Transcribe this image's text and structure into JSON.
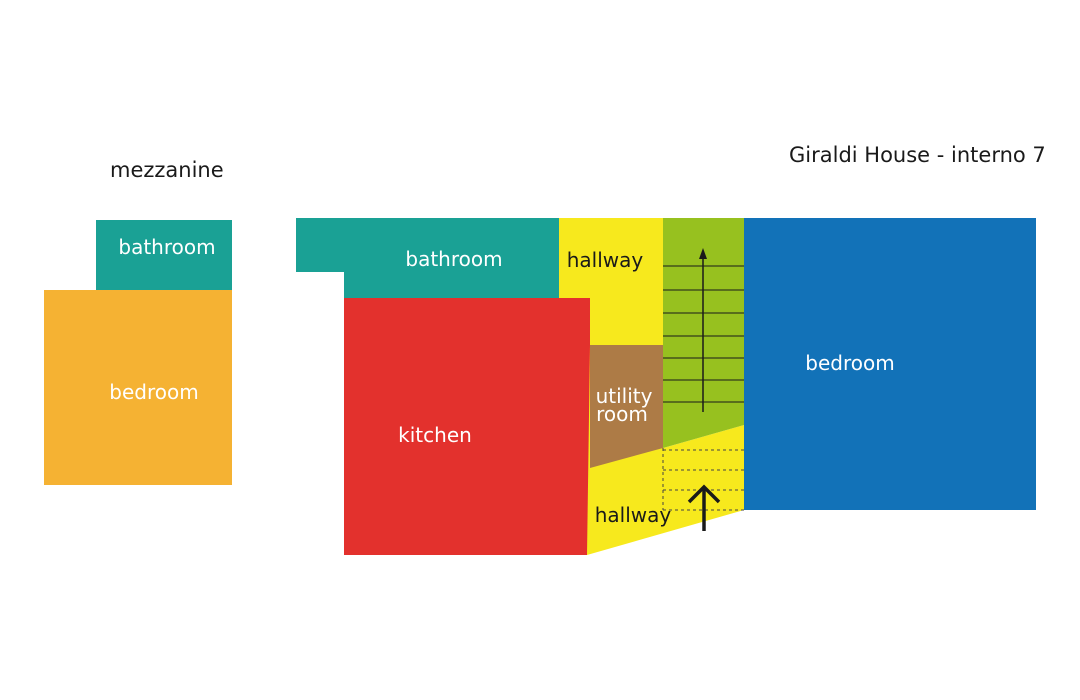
{
  "header": {
    "mezzanine_title": "mezzanine",
    "house_title": "Giraldi House - interno 7"
  },
  "rooms": {
    "mezz_bathroom": {
      "label": "bathroom",
      "color": "#1aa195"
    },
    "mezz_bedroom": {
      "label": "bedroom",
      "color": "#f5b233"
    },
    "bathroom": {
      "label": "bathroom",
      "color": "#1aa195"
    },
    "kitchen": {
      "label": "kitchen",
      "color": "#e3312d"
    },
    "hallway_top": {
      "label": "hallway",
      "color": "#f7e91d"
    },
    "utility_room": {
      "label_line1": "utility",
      "label_line2": "room",
      "color": "#ad7b46"
    },
    "hallway_bottom": {
      "label": "hallway",
      "color": "#f7e91d"
    },
    "stairs": {
      "color": "#97c11f"
    },
    "bedroom": {
      "label": "bedroom",
      "color": "#1272b8"
    }
  }
}
